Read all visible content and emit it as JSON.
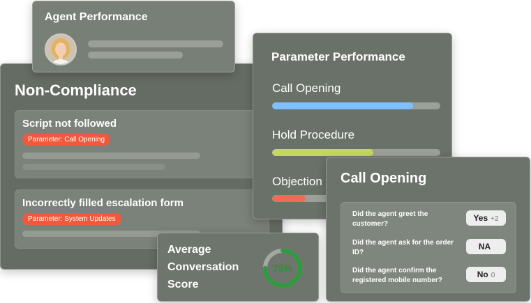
{
  "agent_performance": {
    "title": "Agent Performance"
  },
  "non_compliance": {
    "title": "Non-Compliance",
    "items": [
      {
        "heading": "Script not followed",
        "parameter": "Parameter: Call Opening"
      },
      {
        "heading": "Incorrectly filled escalation form",
        "parameter": "Parameter: System Updates"
      }
    ]
  },
  "parameter_performance": {
    "title": "Parameter Performance",
    "params": [
      {
        "label": "Call Opening",
        "level": 0.84,
        "color": "#7cc0ff"
      },
      {
        "label": "Hold Procedure",
        "level": 0.6,
        "color": "#c5d85b"
      },
      {
        "label": "Objection",
        "level": 0.2,
        "color": "#f06a5b"
      }
    ]
  },
  "call_opening": {
    "title": "Call Opening",
    "questions": [
      {
        "text": "Did the agent greet the customer?",
        "answer": "Yes",
        "delta": "+2"
      },
      {
        "text": "Did the agent ask for the order ID?",
        "answer": "NA",
        "delta": ""
      },
      {
        "text": "Did the agent confirm the registered mobile number?",
        "answer": "No",
        "delta": "0"
      }
    ]
  },
  "average_score": {
    "label_line1": "Average",
    "label_line2": "Conversation",
    "label_line3": "Score",
    "score_text": "75%",
    "score": 0.75,
    "ring_color": "#2f9a3e",
    "ring_track": "#a3a9a1"
  }
}
